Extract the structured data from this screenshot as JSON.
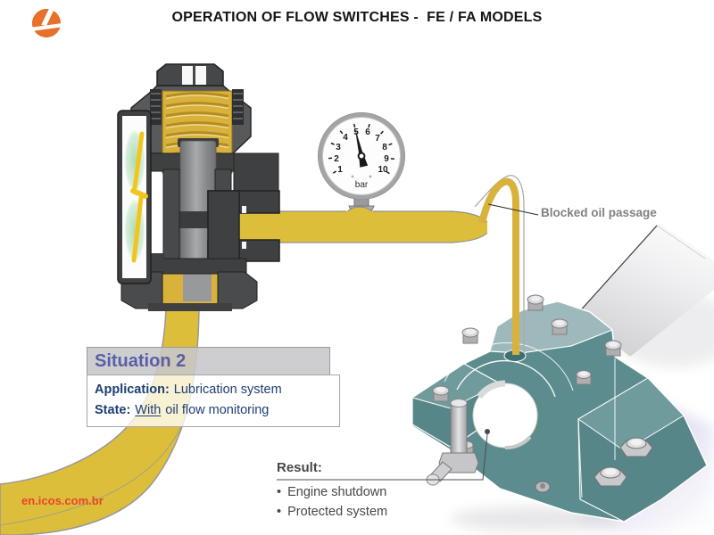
{
  "header": {
    "title": "OPERATION OF FLOW SWITCHES -  FE / FA MODELS"
  },
  "logo": {
    "name": "icos-logo"
  },
  "gauge": {
    "unit": "bar",
    "scale": [
      "1",
      "2",
      "3",
      "4",
      "5",
      "6",
      "7",
      "8",
      "9",
      "10"
    ],
    "needle_value": "5"
  },
  "annotations": {
    "blocked_oil_passage": "Blocked oil passage"
  },
  "situation_box": {
    "title": "Situation 2",
    "application_label": "Application:",
    "application_value": "Lubrication system",
    "state_label": "State:",
    "state_word_underlined": "With",
    "state_value_rest": "oil flow monitoring"
  },
  "result_box": {
    "title": "Result:",
    "bullet": "•",
    "items": [
      "Engine shutdown",
      "Protected system"
    ]
  },
  "watermark": {
    "text": "en.icos.com.br"
  },
  "colors": {
    "pipe_yellow": "#DDBE3B",
    "brass": "#D9B23C",
    "dark_metal": "#3E4042",
    "bearing_teal": "#5D8C8E",
    "bearing_teal_light": "#9DB9BB",
    "accent_orange": "#E8702A",
    "navy_text": "#1C3F72",
    "situation_title_color": "#5B5EA3",
    "blocked_label_grey": "#7F8184",
    "result_text_grey": "#46474A",
    "watermark_red": "#E8442A",
    "shadow_lavender": "#CFC9E8"
  }
}
